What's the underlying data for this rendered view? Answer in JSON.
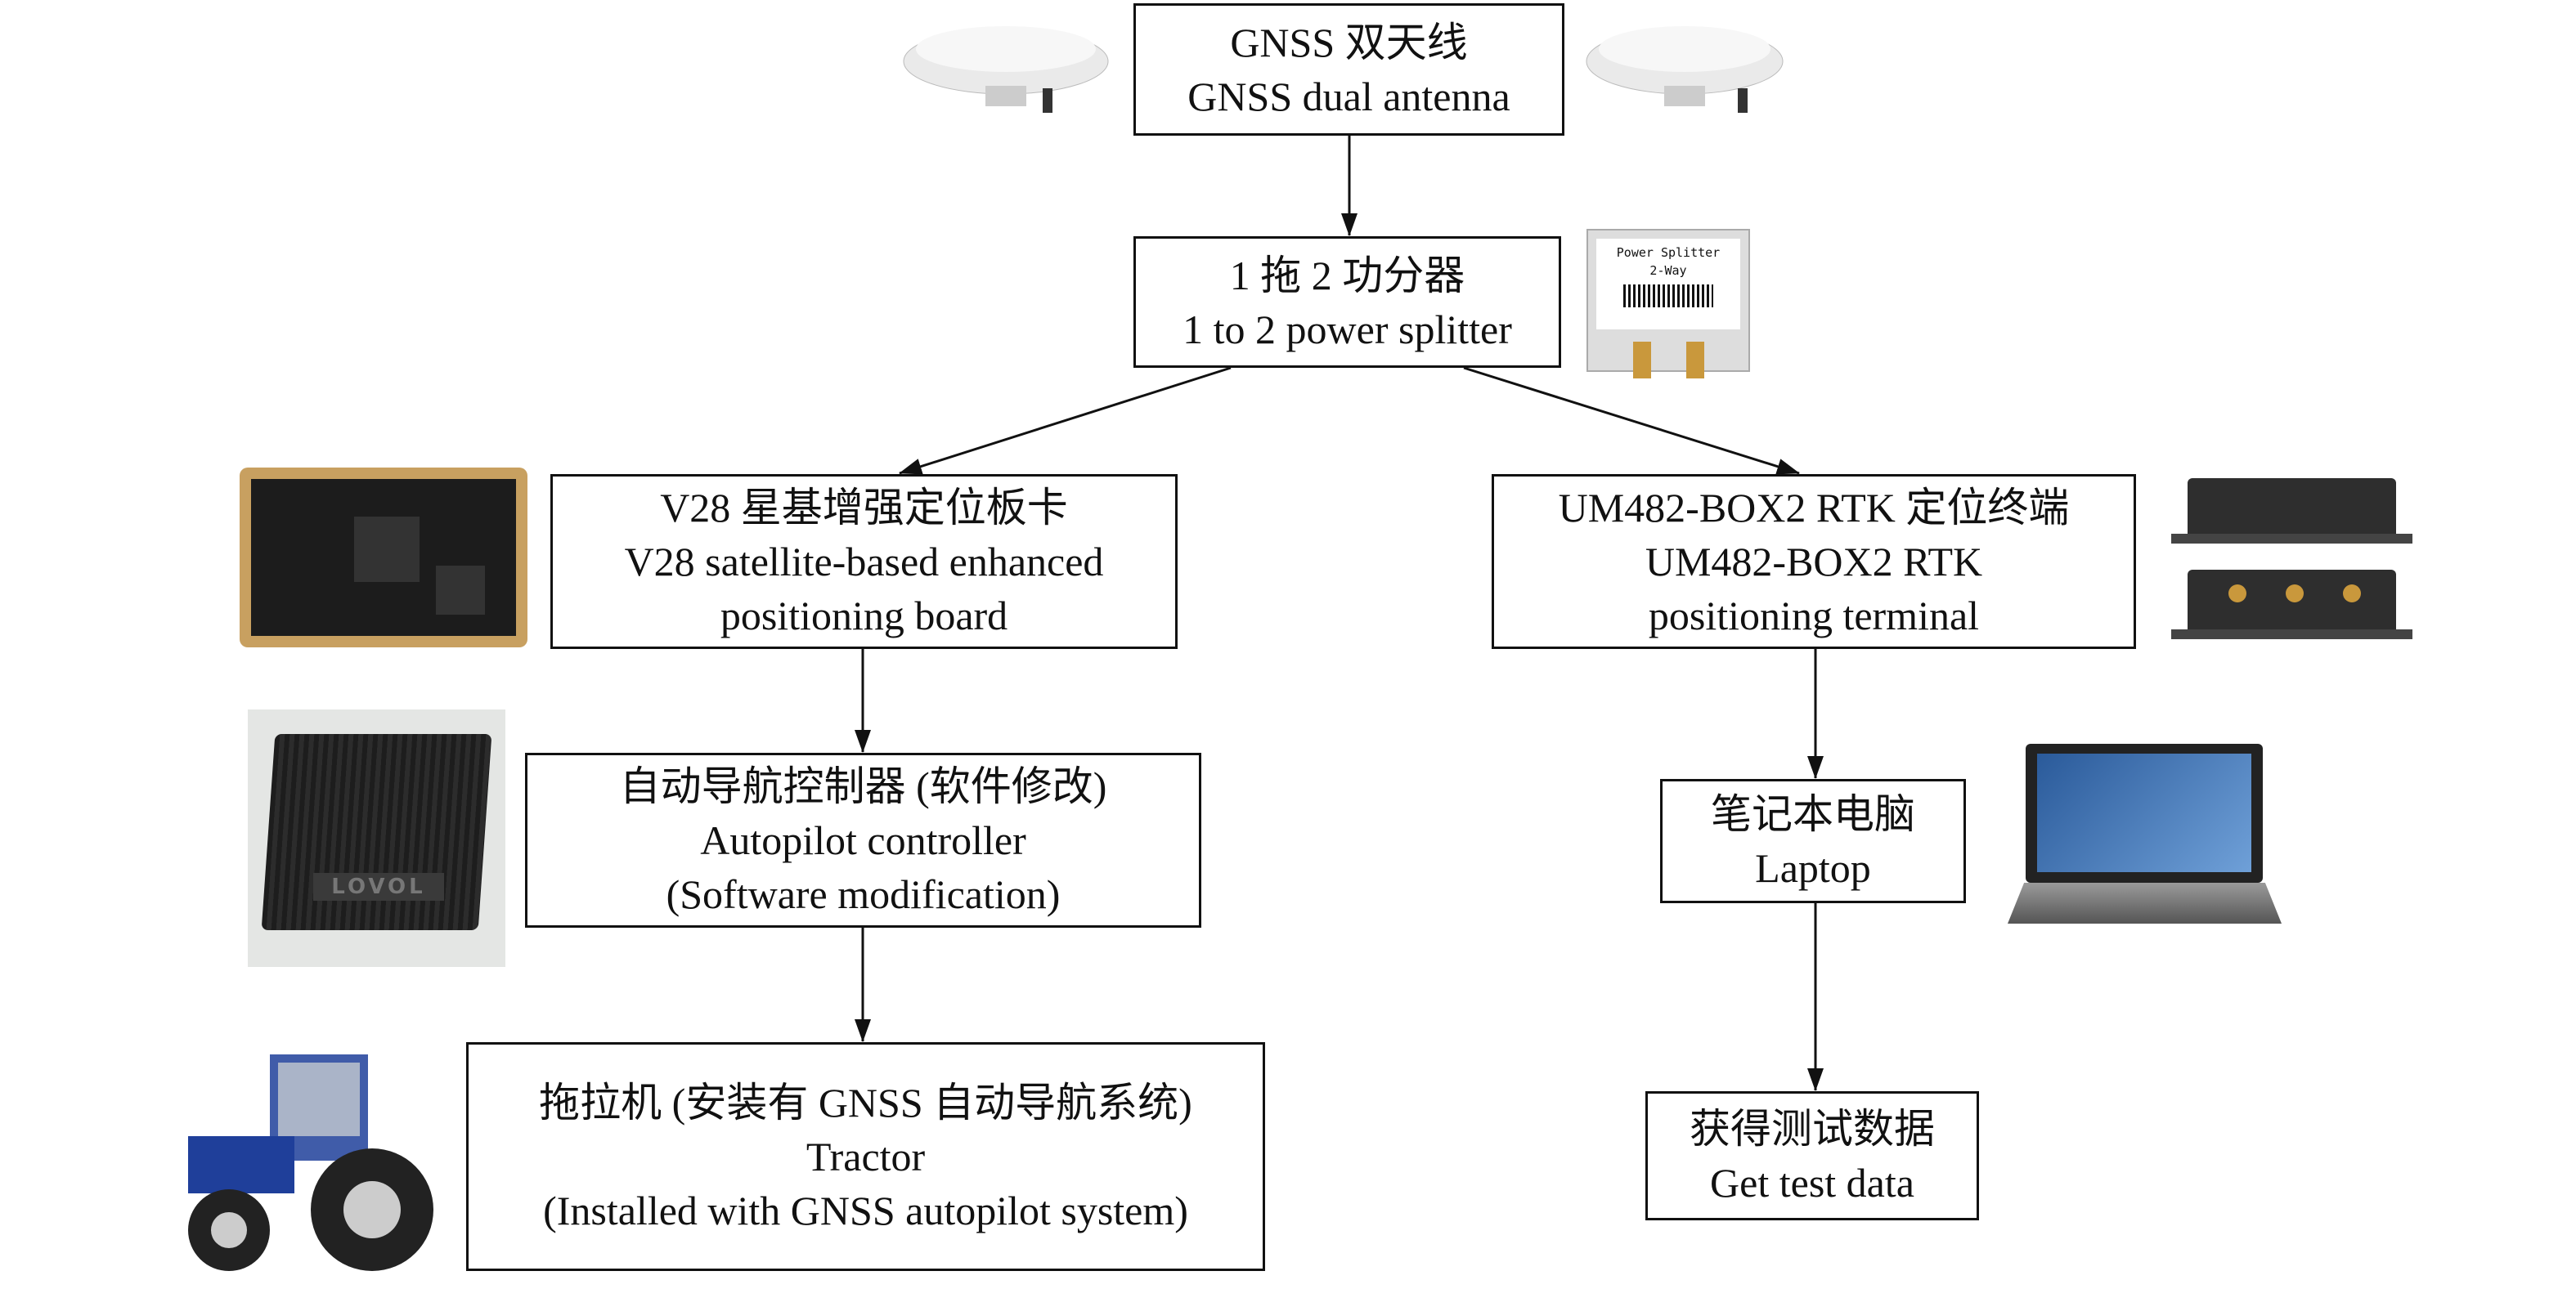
{
  "nodes": {
    "antenna": {
      "zh": "GNSS 双天线",
      "en": "GNSS dual antenna"
    },
    "splitter": {
      "zh": "1 拖 2 功分器",
      "en": "1 to 2 power splitter"
    },
    "v28": {
      "zh": "V28 星基增强定位板卡",
      "en1": "V28 satellite-based enhanced",
      "en2": "positioning board"
    },
    "um482": {
      "zh": "UM482-BOX2 RTK 定位终端",
      "en1": "UM482-BOX2 RTK",
      "en2": "positioning terminal"
    },
    "autopilot": {
      "zh": "自动导航控制器 (软件修改)",
      "en1": "Autopilot controller",
      "en2": "(Software modification)"
    },
    "laptop": {
      "zh": "笔记本电脑",
      "en": "Laptop"
    },
    "tractor": {
      "zh": "拖拉机 (安装有 GNSS 自动导航系统)",
      "en1": "Tractor",
      "en2": "(Installed with GNSS autopilot system)"
    },
    "getdata": {
      "zh": "获得测试数据",
      "en": "Get test data"
    }
  },
  "images": {
    "splitter_label": "Power Splitter",
    "splitter_sub": "2-Way",
    "controller_brand": "LOVOL"
  },
  "colors": {
    "line": "#111111",
    "board": "#c8a060",
    "device": "#2a2a2a",
    "tractor": "#1f3f9a"
  }
}
